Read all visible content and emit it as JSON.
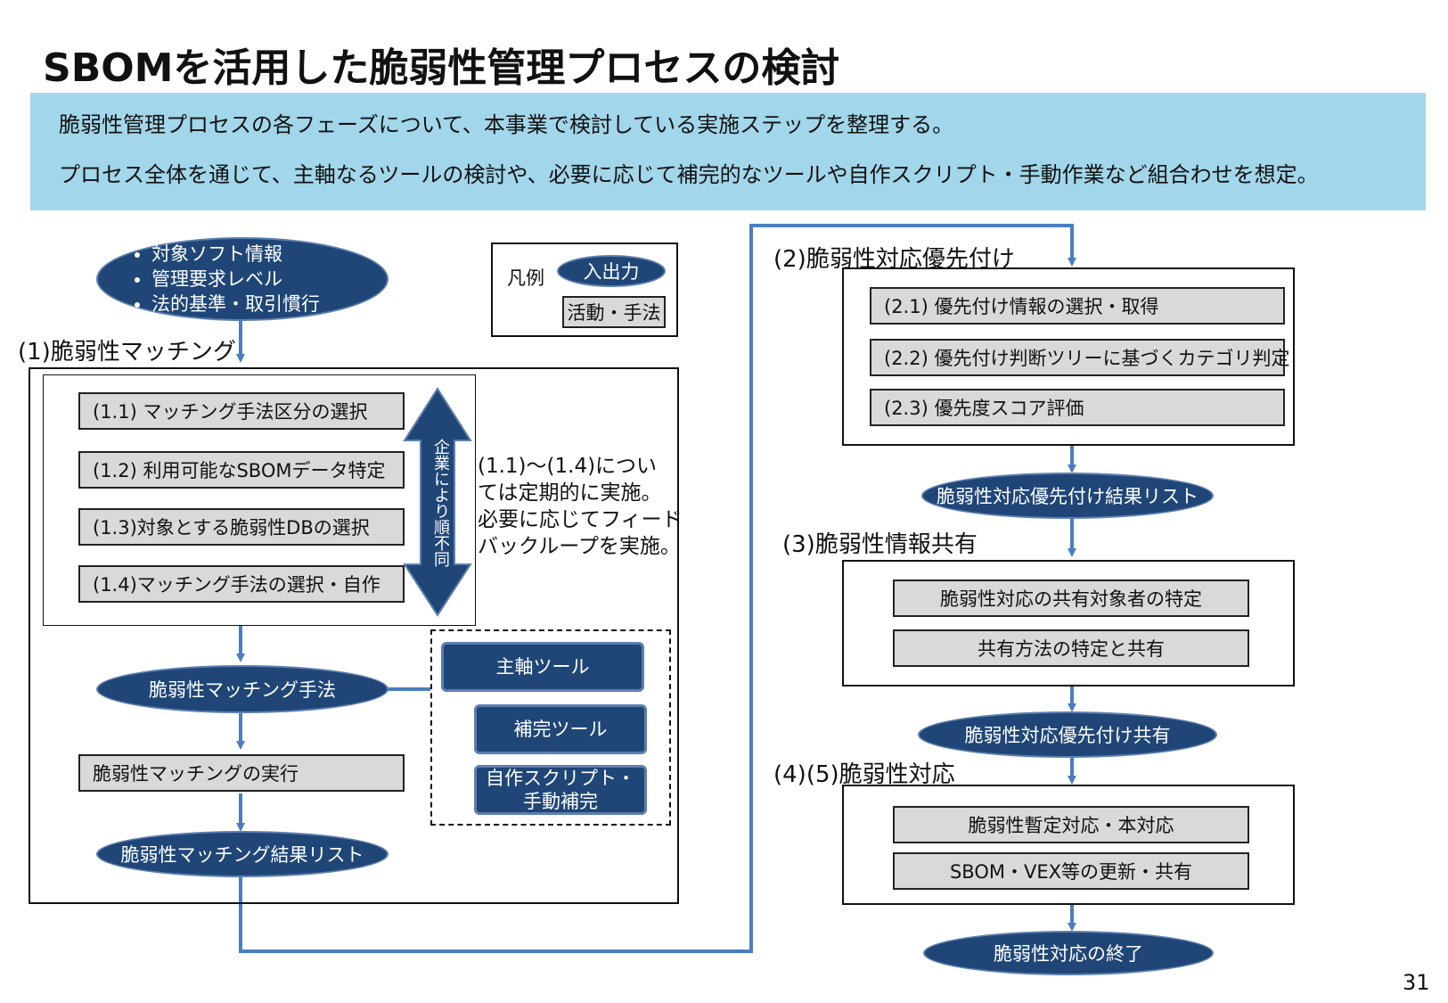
{
  "title": "SBOMを活用した脆弱性管理プロセスの検討",
  "banner": {
    "line1": "脆弱性管理プロセスの各フェーズについて、本事業で検討している実施ステップを整理する。",
    "line2": "プロセス全体を通じて、主軸なるツールの検討や、必要に応じて補完的なツールや自作スクリプト・手動作業など組合わせを想定。"
  },
  "inputs": [
    "対象ソフト情報",
    "管理要求レベル",
    "法的基準・取引慣行"
  ],
  "legend": {
    "title": "凡例",
    "io": "入出力",
    "activity": "活動・手法"
  },
  "phase1": {
    "label": "(1)脆弱性マッチング",
    "steps": [
      "(1.1) マッチング手法区分の選択",
      "(1.2) 利用可能なSBOMデータ特定",
      "(1.3)対象とする脆弱性DBの選択",
      "(1.4)マッチング手法の選択・自作"
    ],
    "arrow_text": "企業により順不同",
    "note_lines": [
      "(1.1)～(1.4)につい",
      "ては定期的に実施。",
      "必要に応じてフィード",
      "バックループを実施。"
    ],
    "method": "脆弱性マッチング手法",
    "exec": "脆弱性マッチングの実行",
    "result": "脆弱性マッチング結果リスト",
    "tools": {
      "main": "主軸ツール",
      "sub": "補完ツール",
      "script_line1": "自作スクリプト・",
      "script_line2": "手動補完"
    }
  },
  "phase2": {
    "label": "(2)脆弱性対応優先付け",
    "steps": [
      "(2.1) 優先付け情報の選択・取得",
      "(2.2) 優先付け判断ツリーに基づくカテゴリ判定",
      "(2.3) 優先度スコア評価"
    ],
    "result": "脆弱性対応優先付け結果リスト"
  },
  "phase3": {
    "label": "(3)脆弱性情報共有",
    "steps": [
      "脆弱性対応の共有対象者の特定",
      "共有方法の特定と共有"
    ],
    "result": "脆弱性対応優先付け共有"
  },
  "phase45": {
    "label": "(4)(5)脆弱性対応",
    "steps": [
      "脆弱性暫定対応・本対応",
      "SBOM・VEX等の更新・共有"
    ],
    "result": "脆弱性対応の終了"
  },
  "page_number": "31",
  "colors": {
    "banner": "#a2d6ea",
    "pill": "#1f4677",
    "connector": "#4a7ebf",
    "box": "#d9d9d9"
  }
}
